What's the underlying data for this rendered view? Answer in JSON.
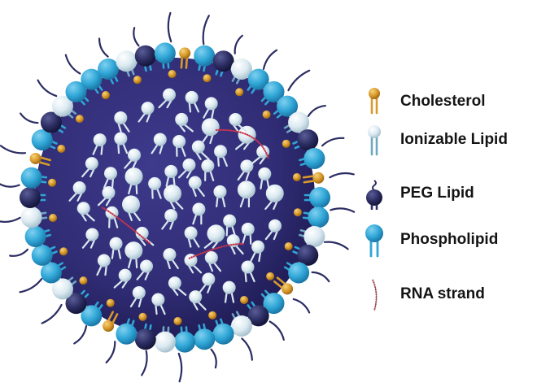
{
  "legend": {
    "items": [
      {
        "key": "cholesterol",
        "label": "Cholesterol",
        "icon": "cholesterol-icon"
      },
      {
        "key": "ionizable",
        "label": "Ionizable Lipid",
        "icon": "ionizable-lipid-icon"
      },
      {
        "key": "peg",
        "label": "PEG Lipid",
        "icon": "peg-lipid-icon"
      },
      {
        "key": "phospholipid",
        "label": "Phospholipid",
        "icon": "phospholipid-icon"
      },
      {
        "key": "rna",
        "label": "RNA strand",
        "icon": "rna-strand-icon"
      }
    ]
  },
  "colors": {
    "core": "#34307a",
    "core_dark": "#1f1c55",
    "phospholipid": "#2fa6d6",
    "ionizable": "#d8e9f0",
    "peg": "#2b2d62",
    "cholesterol": "#d89a2a",
    "rna": "#c8344c",
    "text": "#141414"
  }
}
